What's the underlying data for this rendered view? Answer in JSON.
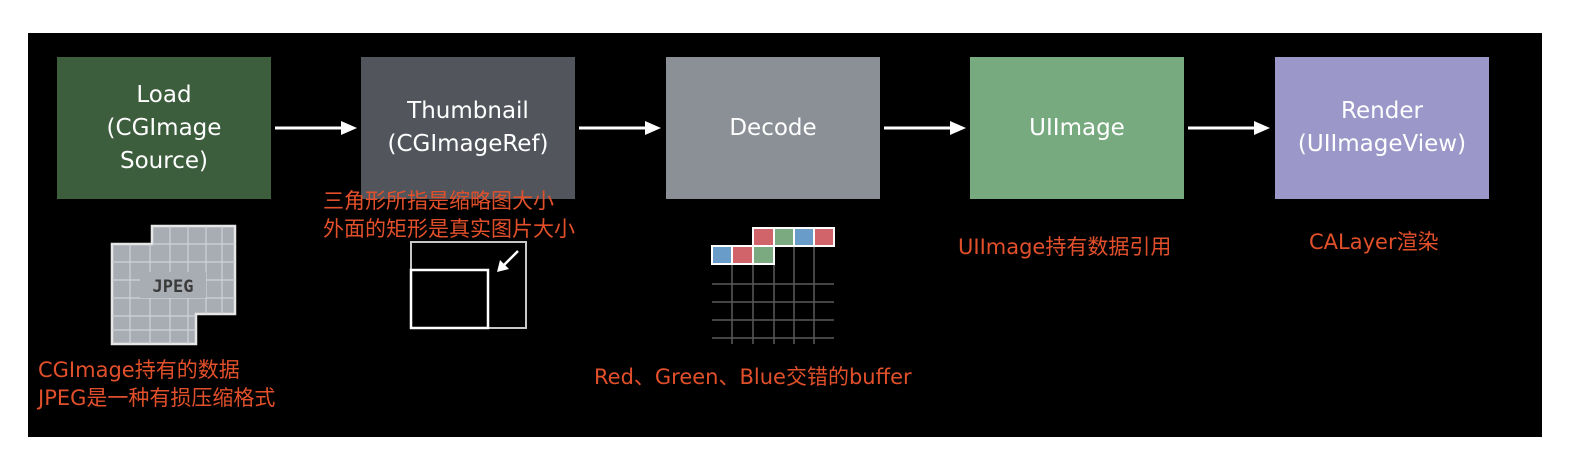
{
  "colors": {
    "background": "#000000",
    "load": "#3d5e3c",
    "thumbnail": "#52565c",
    "decode": "#8a9096",
    "uiimage": "#78aa80",
    "render": "#9b97c8",
    "annotation": "#e2502b",
    "pixel_red": "#d0646a",
    "pixel_green": "#7caa80",
    "pixel_blue": "#6a9cca"
  },
  "stages": [
    {
      "label": "Load\n(CGImage\nSource)"
    },
    {
      "label": "Thumbnail\n(CGImageRef)"
    },
    {
      "label": "Decode"
    },
    {
      "label": "UIImage"
    },
    {
      "label": "Render\n(UIImageView)"
    }
  ],
  "icons": {
    "jpeg_label": "JPEG"
  },
  "annotations": {
    "load": "CGImage持有的数据\nJPEG是一种有损压缩格式",
    "thumbnail": "三角形所指是缩略图大小\n外面的矩形是真实图片大小",
    "decode": "Red、Green、Blue交错的buffer",
    "uiimage": "UIImage持有数据引用",
    "render": "CALayer渲染"
  }
}
